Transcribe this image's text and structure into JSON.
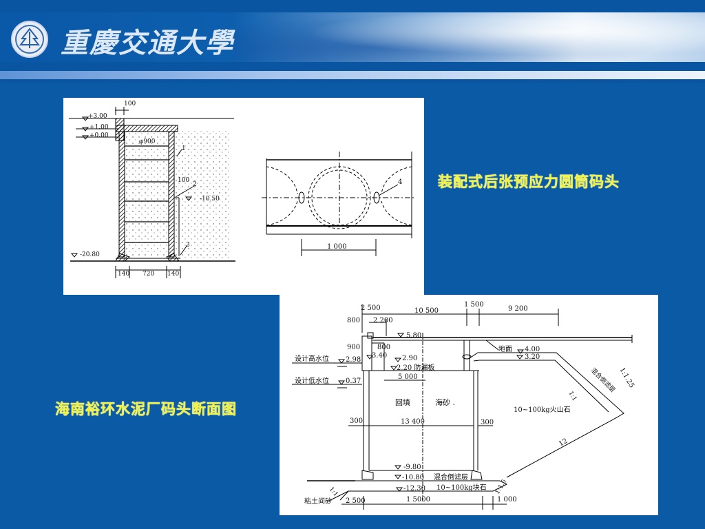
{
  "header": {
    "university_name": "重慶交通大學",
    "logo": "university-seal-logo"
  },
  "captions": {
    "top_right": "装配式后张预应力圆筒码头",
    "bottom_left": "海南裕环水泥厂码头断面图"
  },
  "colors": {
    "background": "#0b5aa6",
    "caption_text": "#f3f33a"
  },
  "drawing1": {
    "elevation_view": {
      "dim_top": "100",
      "el_p300": "+3.00",
      "el_p100": "+1.00",
      "el_p000": "+0.00",
      "diameter": "φ900",
      "callout_1": "1",
      "dim_100": "100",
      "callout_2": "2",
      "el_m1050": "-10.50",
      "el_m2080": "-20.80",
      "callout_3": "3",
      "dim_140a": "140",
      "dim_720": "720",
      "dim_140b": "140"
    },
    "plan_view": {
      "callout_4": "4",
      "dim_1000": "1 000"
    }
  },
  "drawing2": {
    "dim_2500_top": "2 500",
    "dim_10500": "10 500",
    "dim_1500": "1 500",
    "dim_9200": "9 200",
    "dim_800": "800",
    "dim_2200": "2 200",
    "el_580": "5.80",
    "dim_900": "900",
    "dim_800b": "800",
    "design_high_water": "设计高水位",
    "el_298": "2.98",
    "el_340": "3.40",
    "el_290": "2.90",
    "el_220": "2.20 防漏板",
    "dim_5000": "5 000",
    "design_low_water": "设计低水位",
    "el_037": "0.37",
    "ground": "地面",
    "el_400": "4.00",
    "el_320": "3.20",
    "backfill": "回填",
    "sea_sand": "海砂 .",
    "volcanic_rock": "10~100kg火山石",
    "slope_125": "1:1.25",
    "slope_1_1_right": "1:1",
    "filter_layer_slope": "混合倒滤层",
    "dim_300_left": "300",
    "dim_13400": "13 400",
    "dim_300_right": "300",
    "slope_12": "12",
    "el_m980": "-9.80",
    "el_m1080": "-10.80",
    "filter_layer": "混合倒滤层",
    "el_m1230": "-12.30",
    "block_stone": "10~100kg块石",
    "slope_15": "1:1.5",
    "slope_1_1_left": "1:1",
    "clay_sand": "粘土间砂",
    "dim_2500_bottom": "2 500",
    "dim_15000": "1 5000",
    "dim_1000": "1 000"
  }
}
